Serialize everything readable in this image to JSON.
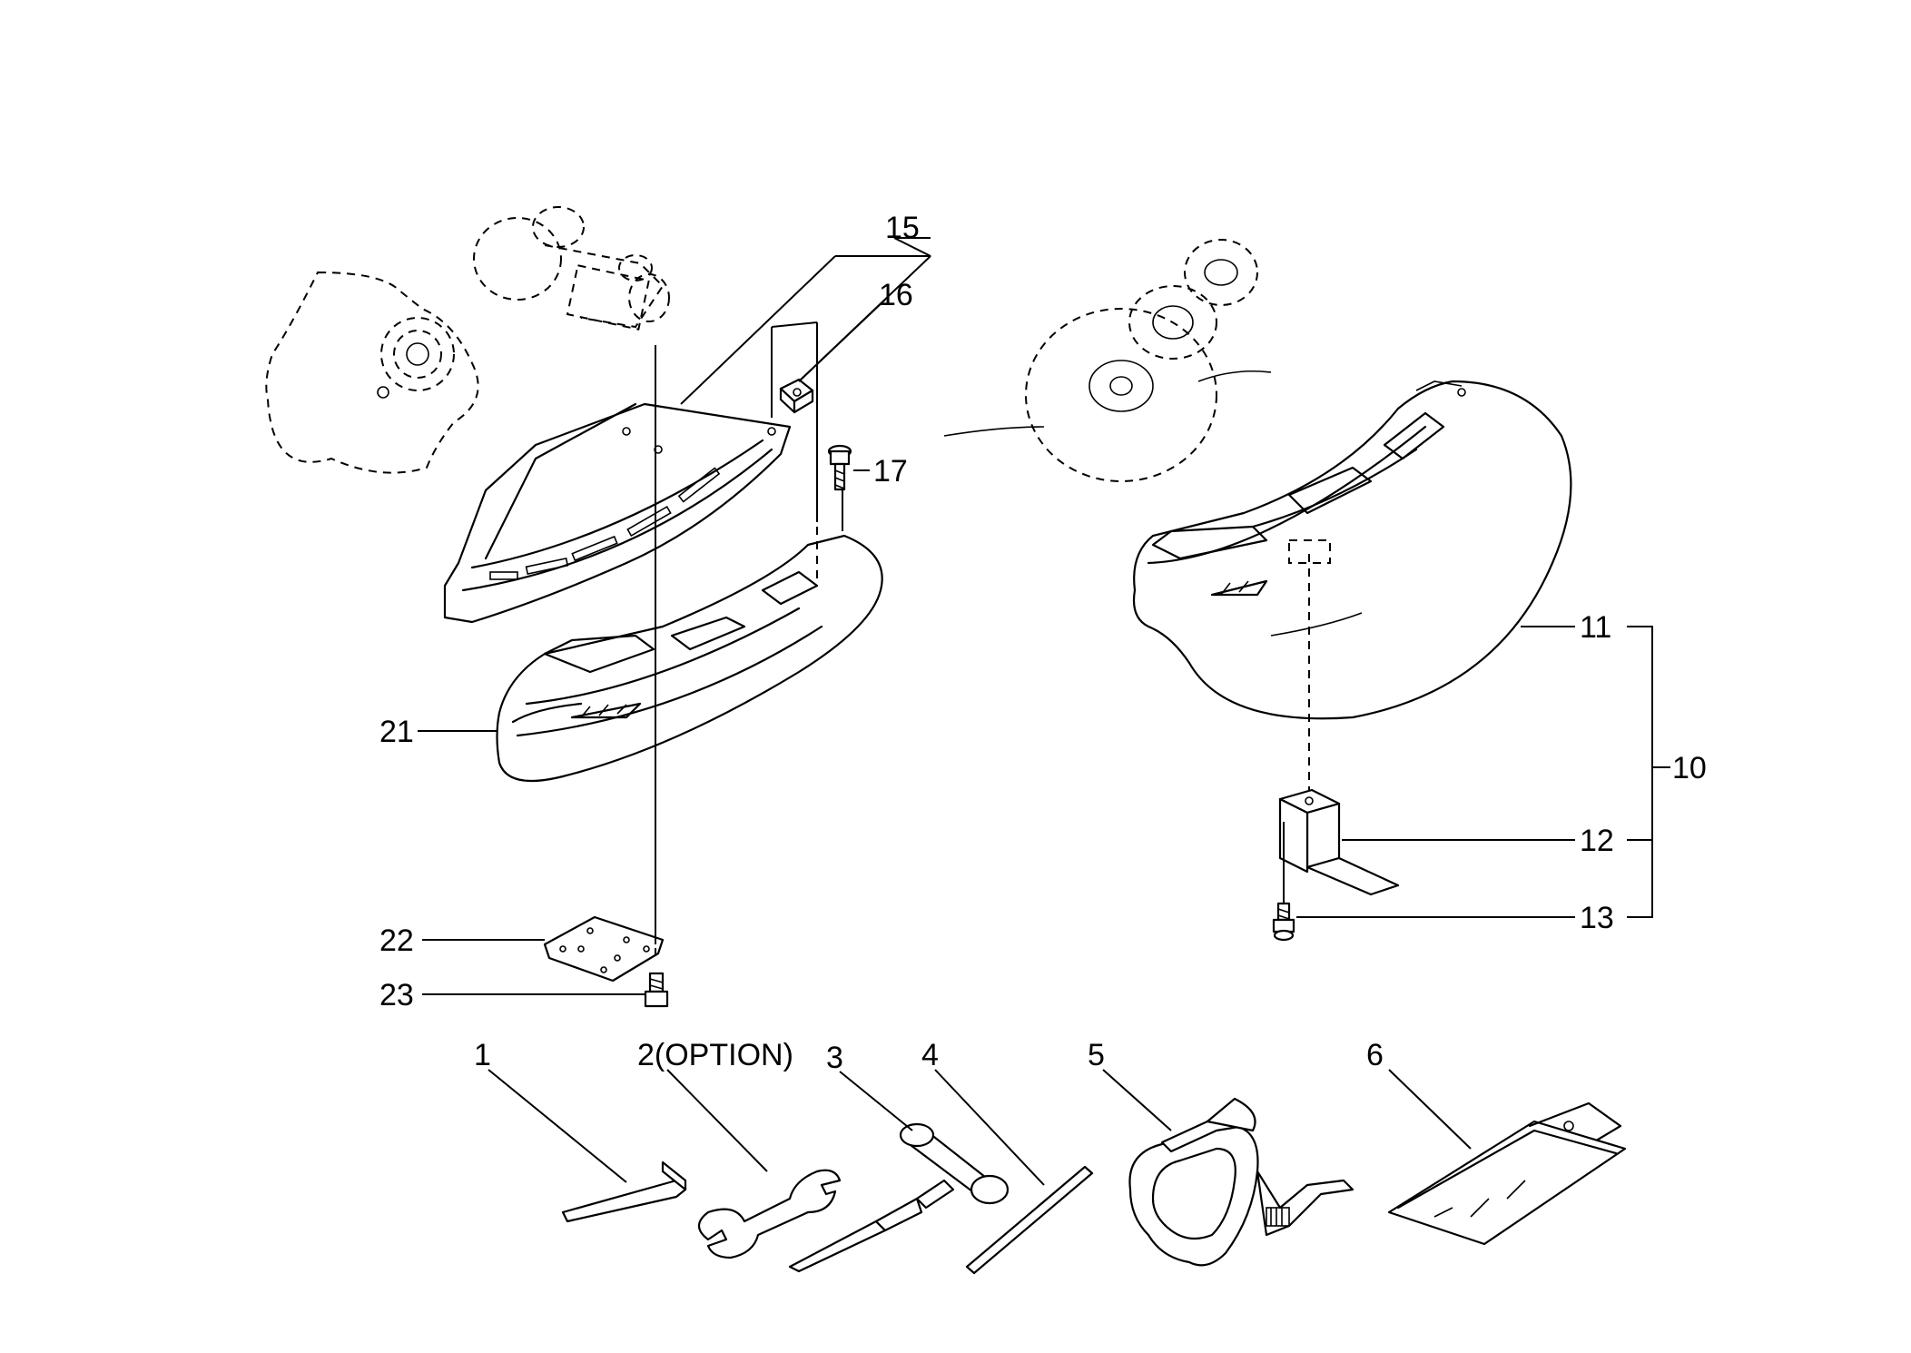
{
  "labels": {
    "l1": "1",
    "l2": "2(OPTION)",
    "l3": "3",
    "l4": "4",
    "l5": "5",
    "l6": "6",
    "l10": "10",
    "l11": "11",
    "l12": "12",
    "l13": "13",
    "l15": "15",
    "l16": "16",
    "l17": "17",
    "l21": "21",
    "l22": "22",
    "l23": "23"
  },
  "colors": {
    "ink": "#000000",
    "paper": "#ffffff"
  }
}
